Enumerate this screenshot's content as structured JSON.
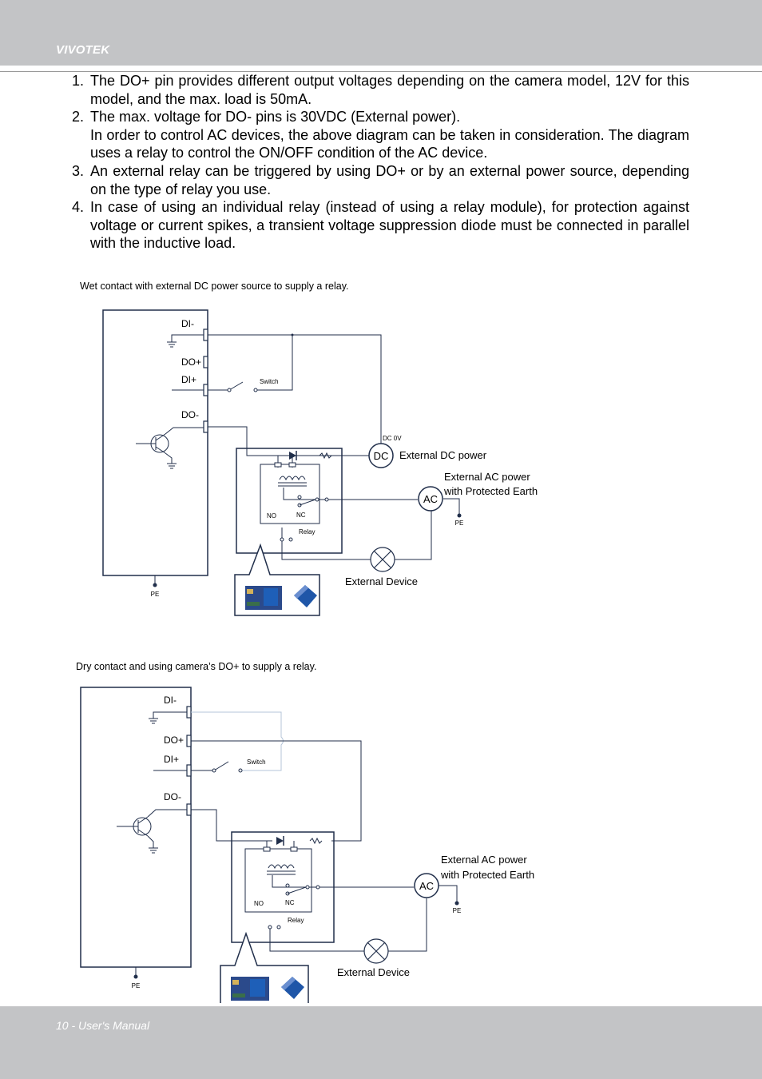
{
  "header": {
    "brand": "VIVOTEK"
  },
  "notes": [
    {
      "num": "1.",
      "paragraphs": [
        "The DO+ pin provides different output voltages depending on the camera model, 12V for this model, and the max. load is 50mA."
      ]
    },
    {
      "num": "2.",
      "paragraphs": [
        "The max. voltage for DO- pins is 30VDC (External power).",
        "In order to control AC devices, the above diagram can be taken in consideration. The diagram uses a relay to control the ON/OFF condition of the AC device."
      ]
    },
    {
      "num": "3.",
      "paragraphs": [
        "An external relay can be triggered by using DO+ or by an external power source, depending on the type of relay you use."
      ]
    },
    {
      "num": "4.",
      "paragraphs": [
        "In case of using an individual relay (instead of using a relay module), for protection against voltage or current spikes, a transient voltage suppression diode must be connected in parallel with the inductive load."
      ]
    }
  ],
  "diagram_wet": {
    "caption": "Wet contact with external DC power source to supply a relay.",
    "labels": {
      "di_minus": "DI-",
      "do_plus": "DO+",
      "di_plus": "DI+",
      "do_minus": "DO-",
      "switch": "Switch",
      "dc_0v": "DC 0V",
      "dc": "DC",
      "external_dc_power": "External DC power",
      "ac": "AC",
      "external_ac_power_1": "External AC power",
      "external_ac_power_2": "with Protected Earth",
      "pe": "PE",
      "no": "NO",
      "nc": "NC",
      "relay": "Relay",
      "external_device": "External Device"
    }
  },
  "diagram_dry": {
    "caption": "Dry contact and using camera’s DO+ to supply a relay.",
    "labels": {
      "di_minus": "DI-",
      "do_plus": "DO+",
      "di_plus": "DI+",
      "do_minus": "DO-",
      "switch": "Switch",
      "ac": "AC",
      "external_ac_power_1": "External AC power",
      "external_ac_power_2": "with Protected Earth",
      "pe": "PE",
      "no": "NO",
      "nc": "NC",
      "relay": "Relay",
      "external_device": "External Device"
    }
  },
  "footer": {
    "text": "10 - User's Manual"
  }
}
